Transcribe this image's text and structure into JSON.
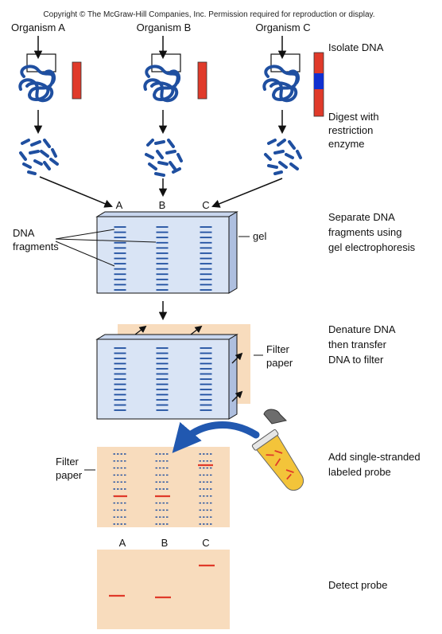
{
  "copyright": "Copyright © The McGraw-Hill Companies, Inc. Permission required for reproduction or display.",
  "organisms": [
    "Organism A",
    "Organism B",
    "Organism C"
  ],
  "lanes": [
    "A",
    "B",
    "C"
  ],
  "steps": {
    "isolate": [
      "Isolate DNA"
    ],
    "digest": [
      "Digest with",
      "restriction",
      "enzyme"
    ],
    "separate": [
      "Separate DNA",
      "fragments using",
      "gel electrophoresis"
    ],
    "denature": [
      "Denature DNA",
      "then transfer",
      "DNA to filter"
    ],
    "probe": [
      "Add single-stranded",
      "labeled probe"
    ],
    "detect": [
      "Detect probe"
    ]
  },
  "labels": {
    "dna_fragments": [
      "DNA",
      "fragments"
    ],
    "gel": "gel",
    "filter_paper": [
      "Filter",
      "paper"
    ],
    "filter_paper_left": [
      "Filter",
      "paper"
    ]
  },
  "colors": {
    "dna": "#1f4fa0",
    "gene_bar": "#e03a2a",
    "gene_highlight": "#1030d0",
    "gel": "#d9e4f5",
    "filter": "#f8dcbd",
    "probe": "#e03a2a",
    "arrow_blue": "#2158b0"
  },
  "detected_bands": [
    {
      "lane": "A",
      "level": "low"
    },
    {
      "lane": "B",
      "level": "low"
    },
    {
      "lane": "C",
      "level": "high"
    }
  ]
}
